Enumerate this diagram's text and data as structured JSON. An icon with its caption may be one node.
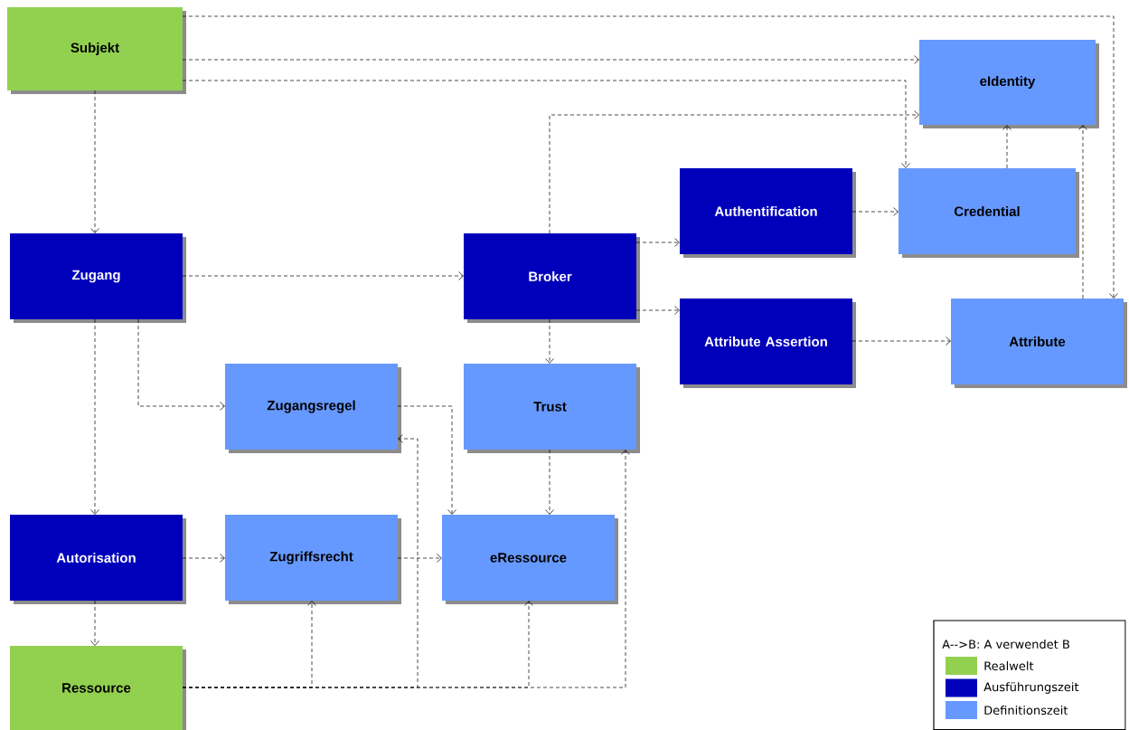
{
  "diagram": {
    "nodes": [
      {
        "text": [
          "Subjekt"
        ]
      },
      {
        "text": [
          "eIdentity"
        ]
      },
      {
        "text": [
          "Authentification"
        ]
      },
      {
        "text": [
          "Credential"
        ]
      },
      {
        "text": [
          "Zugang"
        ]
      },
      {
        "text": [
          "Broker"
        ]
      },
      {
        "text": [
          "Attribute Assertion"
        ]
      },
      {
        "text": [
          "Attribute"
        ]
      },
      {
        "text": [
          "Zugangsregel"
        ]
      },
      {
        "text": [
          "Trust"
        ]
      },
      {
        "text": [
          "Autorisation"
        ]
      },
      {
        "text": [
          "Zugriffsrecht"
        ]
      },
      {
        "text": [
          "eRessource"
        ]
      },
      {
        "text": [
          "Ressource"
        ]
      }
    ],
    "edges": [
      {
        "from": 0,
        "to": 7,
        "arrow": "to"
      },
      {
        "from": 0,
        "to": 1,
        "arrow": "to"
      },
      {
        "from": 0,
        "to": 3,
        "arrow": "to"
      },
      {
        "from": 0,
        "to": 4,
        "arrow": "to"
      },
      {
        "from": 5,
        "to": 1,
        "arrow": "to"
      },
      {
        "from": 2,
        "to": 3,
        "arrow": "to"
      },
      {
        "from": 3,
        "to": 1,
        "arrow": "to"
      },
      {
        "from": 7,
        "to": 1,
        "arrow": "to"
      },
      {
        "from": 4,
        "to": 5,
        "arrow": "to"
      },
      {
        "from": 5,
        "to": 2,
        "arrow": "to"
      },
      {
        "from": 5,
        "to": 6,
        "arrow": "to"
      },
      {
        "from": 6,
        "to": 7,
        "arrow": "to"
      },
      {
        "from": 5,
        "to": 9,
        "arrow": "to"
      },
      {
        "from": 4,
        "to": 8,
        "arrow": "to"
      },
      {
        "from": 4,
        "to": 10,
        "arrow": "to"
      },
      {
        "from": 8,
        "to": 12,
        "arrow": "to"
      },
      {
        "from": 9,
        "to": 12,
        "arrow": "to"
      },
      {
        "from": 10,
        "to": 11,
        "arrow": "to"
      },
      {
        "from": 11,
        "to": 12,
        "arrow": "to"
      },
      {
        "from": 10,
        "to": 13,
        "arrow": "to"
      },
      {
        "from": 13,
        "to": 11,
        "arrow": "to"
      },
      {
        "from": 13,
        "to": 8,
        "arrow": "to"
      },
      {
        "from": 13,
        "to": 12,
        "arrow": "to"
      },
      {
        "from": 13,
        "to": 9,
        "arrow": "to"
      }
    ],
    "labels": [
      "A-->B: A verwendet B"
    ],
    "legend": [
      {
        "text": "Realwelt",
        "color": "#92d050"
      },
      {
        "text": "Ausführungszeit",
        "color": "#0000bb"
      },
      {
        "text": "Definitionszeit",
        "color": "#6699ff"
      }
    ]
  }
}
